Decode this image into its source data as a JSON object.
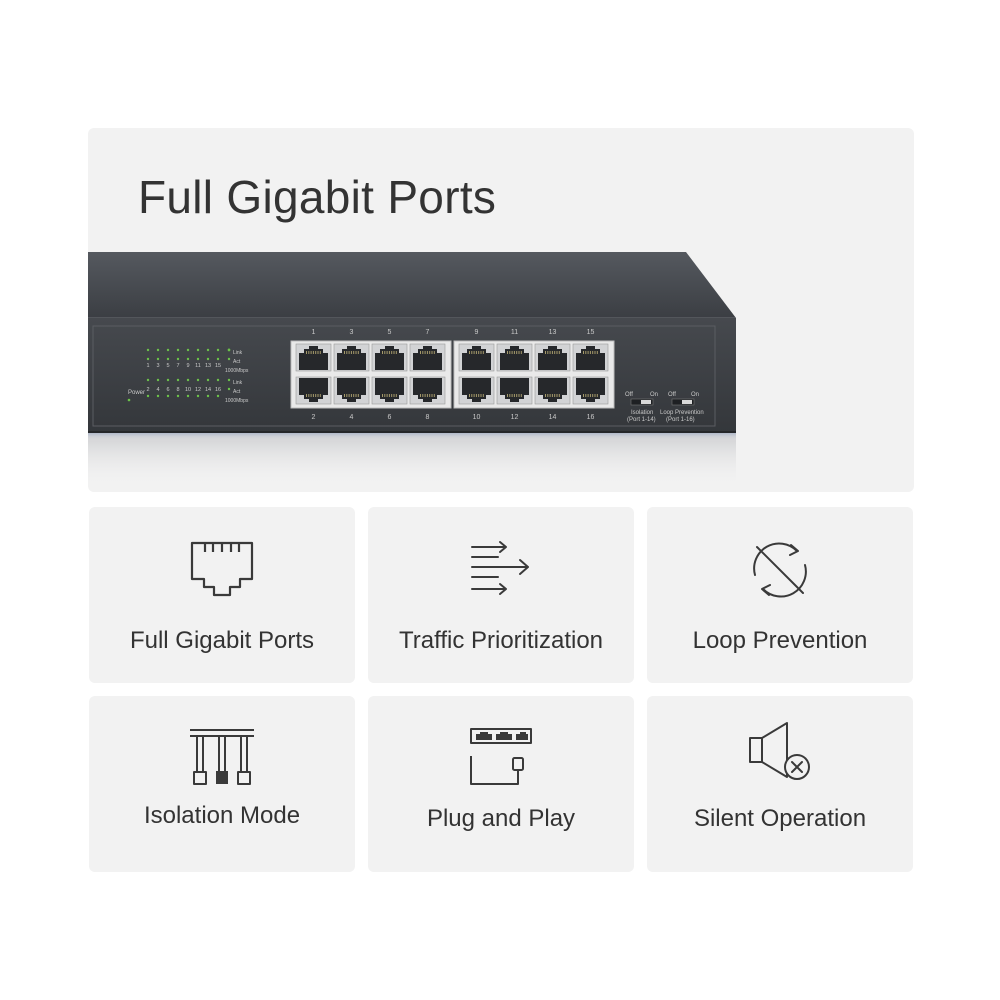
{
  "hero": {
    "title": "Full Gigabit Ports",
    "switch": {
      "top_port_numbers": [
        "1",
        "3",
        "5",
        "7",
        "9",
        "11",
        "13",
        "15"
      ],
      "bottom_port_numbers": [
        "2",
        "4",
        "6",
        "8",
        "10",
        "12",
        "14",
        "16"
      ],
      "led_top_numbers": [
        "1",
        "3",
        "5",
        "7",
        "9",
        "11",
        "13",
        "15"
      ],
      "led_bottom_numbers": [
        "2",
        "4",
        "6",
        "8",
        "10",
        "12",
        "14",
        "16"
      ],
      "power_label": "Power",
      "link_label": "Link",
      "act_label": "Act",
      "speed_label": "1000Mbps",
      "switch1": {
        "off": "Off",
        "on": "On",
        "name": "Isolation",
        "range": "(Port 1-14)"
      },
      "switch2": {
        "off": "Off",
        "on": "On",
        "name": "Loop Prevention",
        "range": "(Port 1-16)"
      }
    }
  },
  "features": [
    {
      "icon": "ethernet-port-icon",
      "label": "Full Gigabit Ports"
    },
    {
      "icon": "traffic-arrows-icon",
      "label": "Traffic Prioritization"
    },
    {
      "icon": "loop-prevention-icon",
      "label": "Loop Prevention"
    },
    {
      "icon": "isolation-mode-icon",
      "label": "Isolation Mode"
    },
    {
      "icon": "plug-and-play-icon",
      "label": "Plug and Play"
    },
    {
      "icon": "silent-speaker-icon",
      "label": "Silent Operation"
    }
  ],
  "colors": {
    "tile_bg": "#f2f2f2",
    "switch_body": "#3e4146",
    "icon_stroke": "#3a3a3a",
    "led_green": "#6cc24a"
  }
}
